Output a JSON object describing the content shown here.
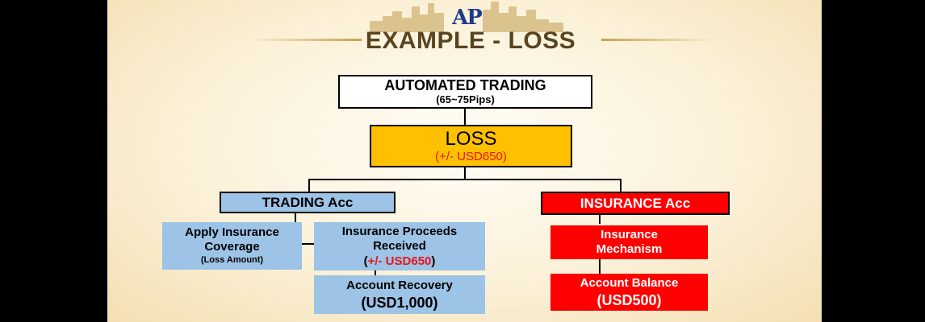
{
  "header": {
    "logo_text": "AP",
    "title": "EXAMPLE - LOSS"
  },
  "nodes": {
    "automated_trading": {
      "title": "AUTOMATED TRADING",
      "subtitle": "(65~75Pips)"
    },
    "loss": {
      "title": "LOSS",
      "amount": "(+/- USD650)"
    },
    "trading_acc": {
      "label": "TRADING Acc"
    },
    "insurance_acc": {
      "label": "INSURANCE Acc"
    },
    "apply_coverage": {
      "line1": "Apply Insurance",
      "line2": "Coverage",
      "line3": "(Loss Amount)"
    },
    "proceeds": {
      "line1": "Insurance Proceeds",
      "line2": "Received",
      "open": "(",
      "amount": "+/- USD650",
      "close": ")"
    },
    "recovery": {
      "line1": "Account Recovery",
      "line2": "(USD1,000)"
    },
    "mechanism": {
      "line1": "Insurance",
      "line2": "Mechanism"
    },
    "balance": {
      "line1": "Account Balance",
      "line2": "(USD500)"
    }
  },
  "colors": {
    "loss_fill": "#ffc000",
    "trading_fill": "#9dc3e6",
    "insurance_fill": "#ff0000",
    "title": "#5a4420",
    "accent_red": "#e8141b"
  },
  "icons": [
    "skyline-graphic",
    "ap-logo"
  ]
}
